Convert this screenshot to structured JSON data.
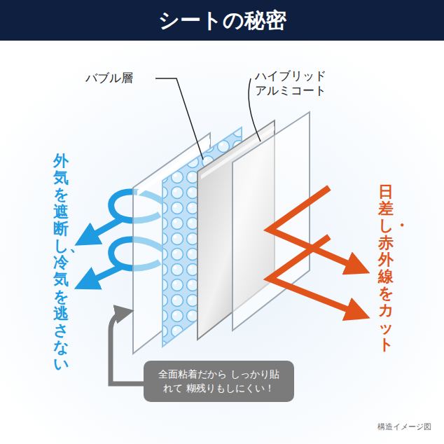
{
  "diagram": {
    "title": "シートの秘密",
    "nodes": [
      {
        "text": [
          "全面粘着だから しっかり貼れて 糊残りもしにくい！"
        ]
      }
    ],
    "labels": [
      "バブル層",
      "ハイブリッド アルミコート",
      "外気を遮断し、冷気を逃さない",
      "日差し・赤外線をカット",
      "構造イメージ図"
    ]
  }
}
